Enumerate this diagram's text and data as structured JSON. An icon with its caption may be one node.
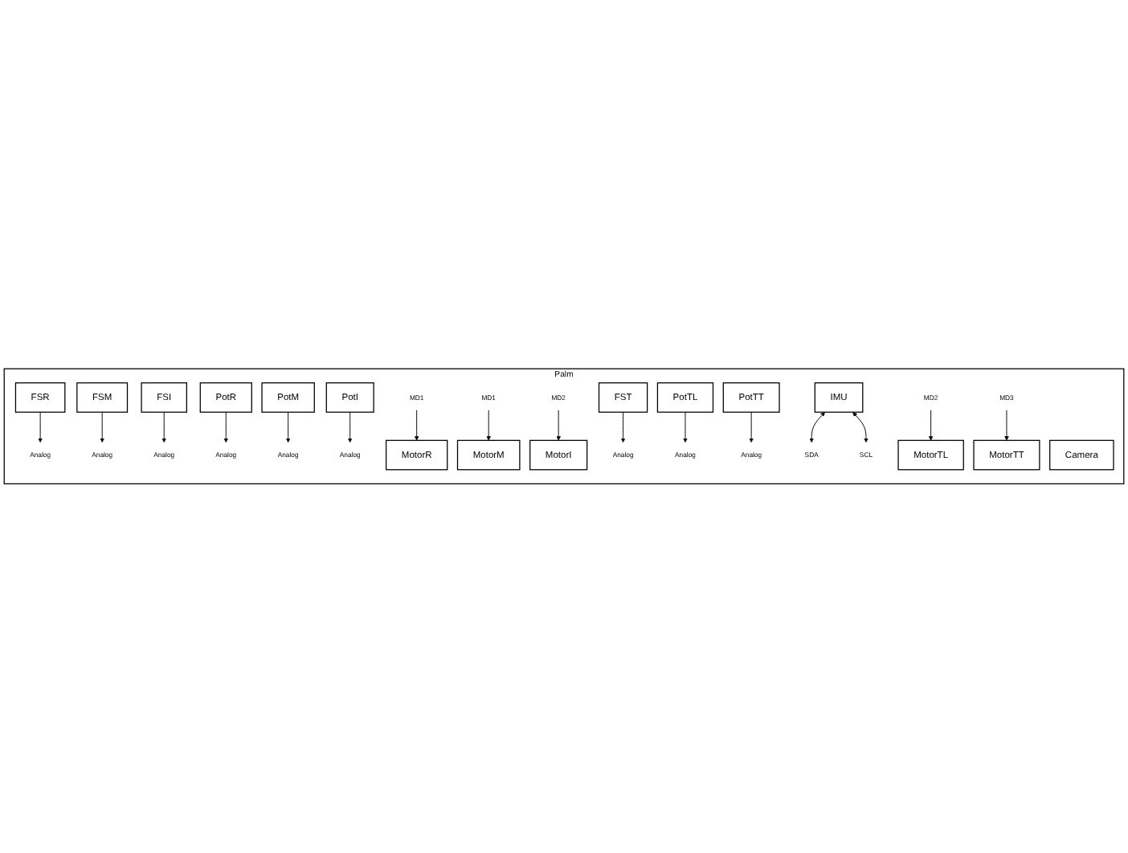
{
  "diagram": {
    "nodes": [
      {
        "text": [
          "Palm"
        ]
      },
      {
        "text": [
          "FSR"
        ],
        "in": 0
      },
      {
        "text": [
          "FSM"
        ],
        "in": 0
      },
      {
        "text": [
          "FSI"
        ],
        "in": 0
      },
      {
        "text": [
          "Analog"
        ],
        "in": 0
      },
      {
        "text": [
          "Analog"
        ],
        "in": 0
      },
      {
        "text": [
          "Analog"
        ],
        "in": 0
      },
      {
        "text": [
          "PotR"
        ],
        "in": 0
      },
      {
        "text": [
          "PotM"
        ],
        "in": 0
      },
      {
        "text": [
          "PotI"
        ],
        "in": 0
      },
      {
        "text": [
          "Analog"
        ],
        "in": 0
      },
      {
        "text": [
          "Analog"
        ],
        "in": 0
      },
      {
        "text": [
          "Analog"
        ],
        "in": 0
      },
      {
        "text": [
          "MotorR"
        ],
        "in": 0
      },
      {
        "text": [
          "MotorM"
        ],
        "in": 0
      },
      {
        "text": [
          "MotorI"
        ],
        "in": 0
      },
      {
        "text": [
          "FST"
        ],
        "in": 0
      },
      {
        "text": [
          "MD1"
        ],
        "in": 0
      },
      {
        "text": [
          "MD1"
        ],
        "in": 0
      },
      {
        "text": [
          "MD2"
        ],
        "in": 0
      },
      {
        "text": [
          "Analog"
        ],
        "in": 0
      },
      {
        "text": [
          "Camera"
        ],
        "in": 0
      },
      {
        "text": [
          "PotTL"
        ],
        "in": 0
      },
      {
        "text": [
          "PotTT"
        ],
        "in": 0
      },
      {
        "text": [
          "Analog"
        ],
        "in": 0
      },
      {
        "text": [
          "Analog"
        ],
        "in": 0
      },
      {
        "text": [
          "IMU"
        ],
        "in": 0
      },
      {
        "text": [
          "MotorTL"
        ],
        "in": 0
      },
      {
        "text": [
          "MotorTT"
        ],
        "in": 0
      },
      {
        "text": [
          "SDA"
        ],
        "in": 0
      },
      {
        "text": [
          "SCL"
        ],
        "in": 0
      },
      {
        "text": [
          "MD2"
        ],
        "in": 0
      },
      {
        "text": [
          "MD3"
        ],
        "in": 0
      }
    ],
    "edges": [
      {
        "from": 1,
        "to": 4,
        "arrow": "to"
      },
      {
        "from": 2,
        "to": 5,
        "arrow": "to"
      },
      {
        "from": 3,
        "to": 6,
        "arrow": "to"
      },
      {
        "from": 7,
        "to": 10,
        "arrow": "to"
      },
      {
        "from": 8,
        "to": 11,
        "arrow": "to"
      },
      {
        "from": 9,
        "to": 12,
        "arrow": "to"
      },
      {
        "from": 17,
        "to": 13,
        "arrow": "to"
      },
      {
        "from": 18,
        "to": 14,
        "arrow": "to"
      },
      {
        "from": 19,
        "to": 15,
        "arrow": "to"
      },
      {
        "from": 16,
        "to": 20,
        "arrow": "to"
      },
      {
        "from": 22,
        "to": 24,
        "arrow": "to"
      },
      {
        "from": 23,
        "to": 25,
        "arrow": "to"
      },
      {
        "from": 26,
        "to": 29,
        "arrow": "both"
      },
      {
        "from": 26,
        "to": 30,
        "arrow": "both"
      },
      {
        "from": 31,
        "to": 27,
        "arrow": "to"
      },
      {
        "from": 32,
        "to": 28,
        "arrow": "to"
      }
    ]
  }
}
